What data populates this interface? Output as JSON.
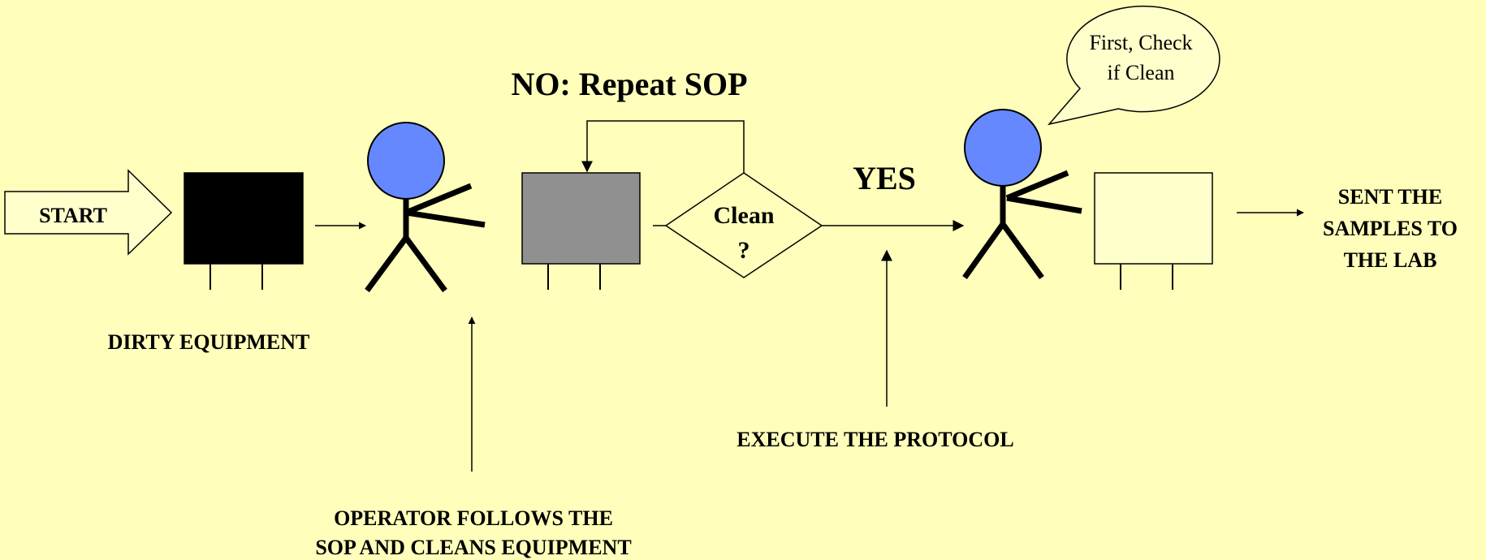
{
  "colors": {
    "background": "#FFFFBB",
    "dirty_equipment": "#000000",
    "in_process_equipment": "#909090",
    "clean_equipment": "#FFFFCC",
    "head": "#6688FF",
    "start_arrow_fill": "#FFFFCC"
  },
  "labels": {
    "start": "START",
    "dirty_equipment": "DIRTY EQUIPMENT",
    "operator_line1": "OPERATOR FOLLOWS THE",
    "operator_line2": "SOP AND CLEANS EQUIPMENT",
    "no_repeat": "NO: Repeat SOP",
    "decision_line1": "Clean",
    "decision_line2": "?",
    "yes": "YES",
    "execute": "EXECUTE THE PROTOCOL",
    "speech_line1": "First, Check",
    "speech_line2": "if Clean",
    "sent_line1": "SENT THE",
    "sent_line2": "SAMPLES TO",
    "sent_line3": "THE LAB"
  }
}
